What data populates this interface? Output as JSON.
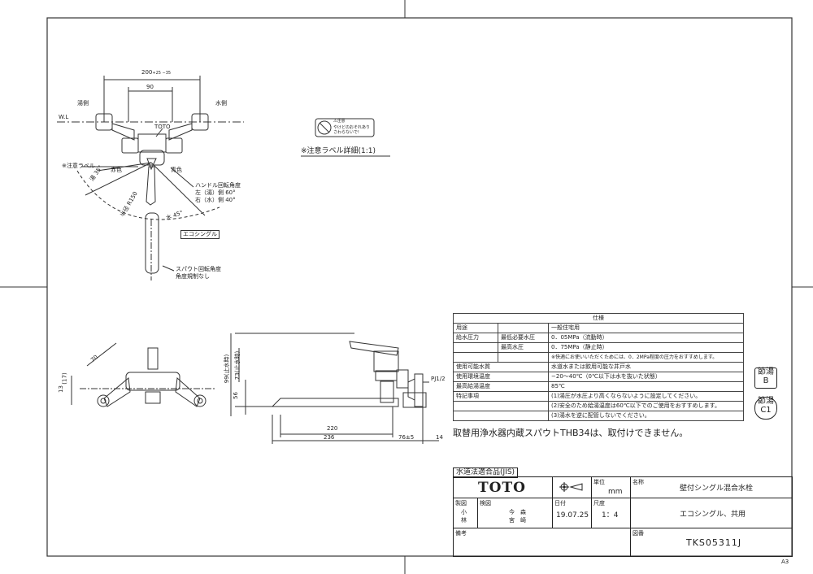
{
  "front_view": {
    "dim_top": "200",
    "dim_tol": "+25 −35",
    "dim_inner": "90",
    "wl_label": "W.L",
    "hot_label": "湯側",
    "cold_label": "水側",
    "brand_mark": "TOTO",
    "caution_label_callout": "※注意ラベル",
    "red_mark": "赤色",
    "blue_mark": "青色",
    "angle_hot": "湯\n35°",
    "angle_cold": "水\n45°",
    "radius_label": "半径\nR150",
    "handle_angle_title": "ハンドル回転角度",
    "handle_angle_hot": "左（湯）側 60°",
    "handle_angle_cold": "右（水）側 40°",
    "eco_label": "エコシングル",
    "spout_angle_title": "スパウト回転角度",
    "spout_angle_value": "角度規制なし"
  },
  "caution_label": {
    "title": "⚠注意",
    "line1": "やけどのおそれあり",
    "line2": "さわらないで!",
    "caption": "※注意ラベル詳細(1:1)"
  },
  "bottom_view": {
    "dim_70": "70",
    "dim_13": "13",
    "dim_17": "(17)"
  },
  "side_view": {
    "dim_99": "99(止水時)",
    "dim_73": "73(止水時)",
    "dim_56": "56",
    "dim_220": "220",
    "dim_236": "236",
    "dim_76": "76±5",
    "dim_14": "14",
    "thread": "PJ1/2"
  },
  "spec": {
    "header": "仕様",
    "rows": [
      {
        "c1": "用途",
        "c2": "",
        "c3": "一般住宅用"
      },
      {
        "c1": "給水圧力",
        "c2": "最低必要水圧",
        "c3": "0．05MPa（流動時）"
      },
      {
        "c1": "",
        "c2": "最高水圧",
        "c3": "0．75MPa（静止時）"
      },
      {
        "c1": "",
        "c2": "",
        "c3": "※快適にお使いいただくためには、0．2MPa程度の圧力をおすすめします。"
      },
      {
        "c1": "使用可能水質",
        "c2": "",
        "c3": "水道水または飲用可能な井戸水"
      },
      {
        "c1": "使用環境温度",
        "c2": "",
        "c3": "−20〜40℃（0℃以下は水を抜いた状態）"
      },
      {
        "c1": "最高給湯温度",
        "c2": "",
        "c3": "85℃"
      },
      {
        "c1": "特記事項",
        "c2": "",
        "c3": "(1)湯圧が水圧より高くならないように設定してください。"
      },
      {
        "c1": "",
        "c2": "",
        "c3": "(2)安全のため給湯温度は60℃以下でのご使用をおすすめします。"
      },
      {
        "c1": "",
        "c2": "",
        "c3": "(3)湯水を逆に配管しないでください。"
      }
    ]
  },
  "note": "取替用浄水器内蔵スパウトTHB34は、取付けできません。",
  "badges": {
    "b1_top": "節湯",
    "b1_bottom": "B",
    "b2_top": "節湯",
    "b2_bottom": "C1"
  },
  "title_block": {
    "jis": "水道法適合品(JIS)",
    "logo": "TOTO",
    "unit_label": "単位",
    "unit": "mm",
    "name_label": "名称",
    "name": "壁付シングル混合水栓",
    "drawn_label": "製図",
    "drawn_1": "小",
    "drawn_2": "林",
    "checked_label": "検図",
    "checked_1": "今　森",
    "checked_2": "宮　崎",
    "date_label": "日付",
    "date": "19.07.25",
    "scale_label": "尺度",
    "scale": "1：4",
    "subname": "エコシングル、共用",
    "remarks_label": "備考",
    "drawing_no_label": "図番",
    "drawing_no": "TKS05311J"
  },
  "sheet_size": "A3"
}
